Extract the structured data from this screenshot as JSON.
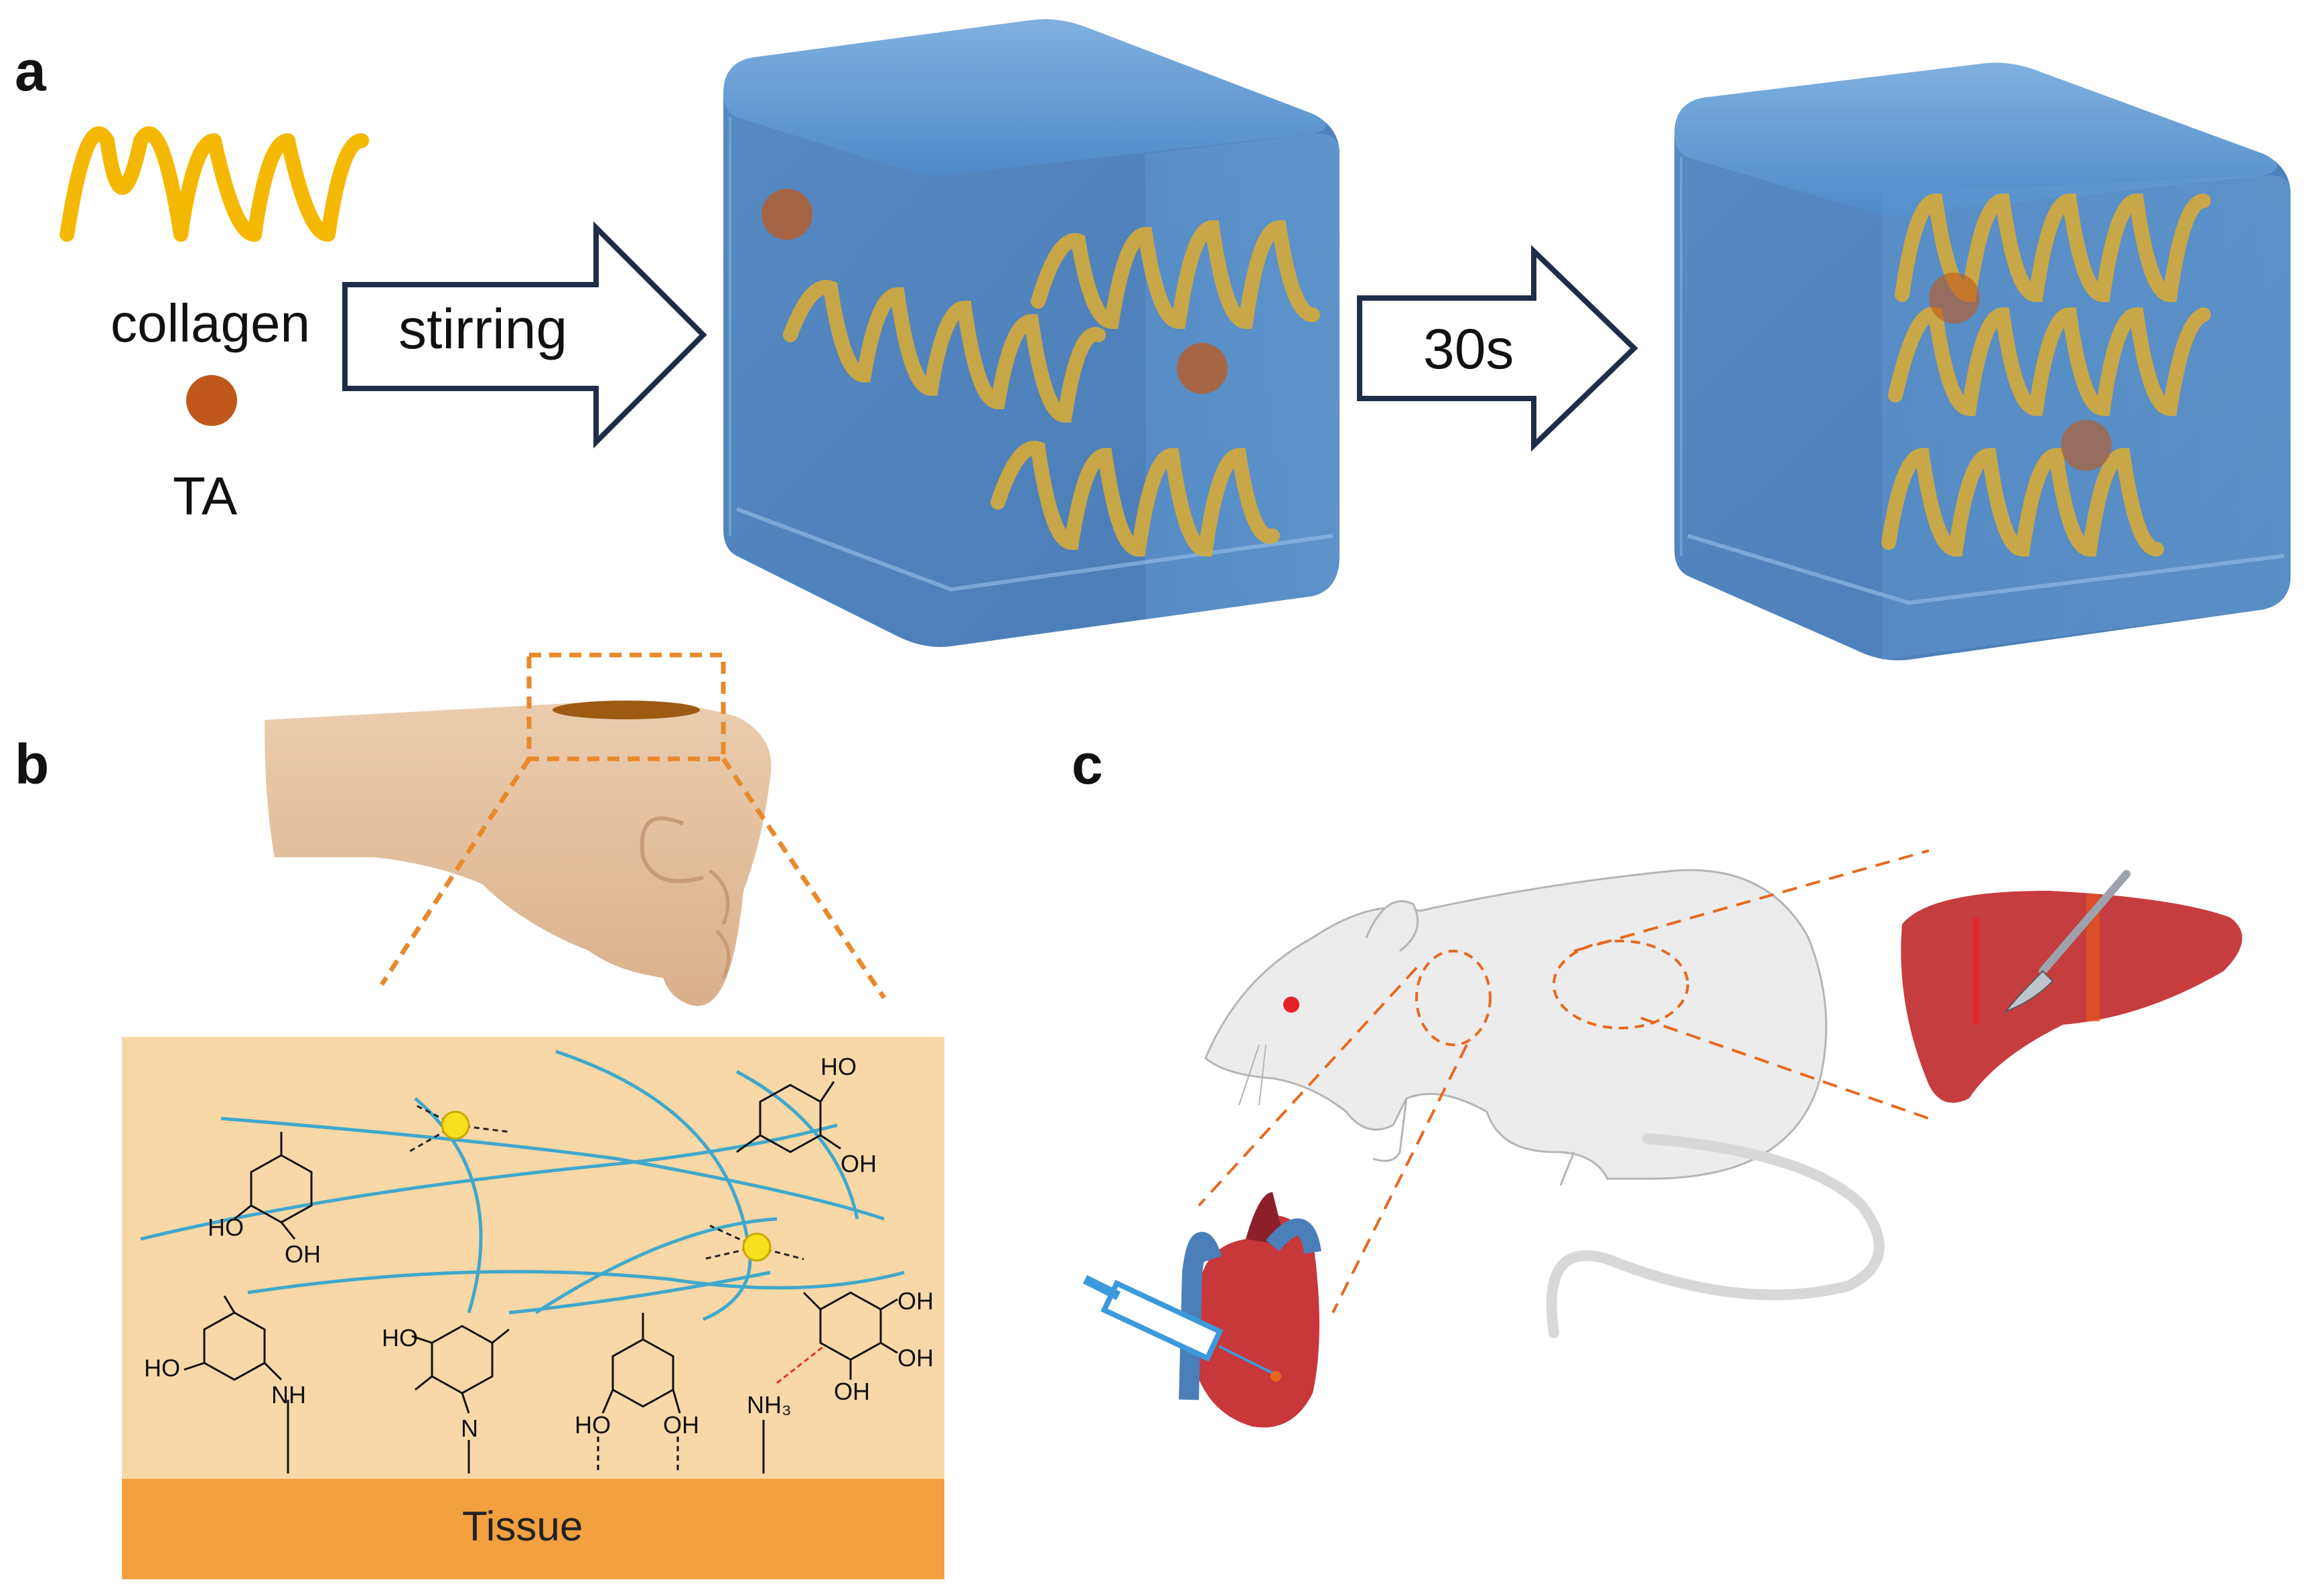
{
  "panel_a": {
    "letter": "a",
    "collagen_label": "collagen",
    "ta_label": "TA",
    "arrow1_label": "stirring",
    "arrow2_label": "30s"
  },
  "panel_b": {
    "letter": "b",
    "tissue_label": "Tissue",
    "chem_labels": {
      "ho_1": "HO",
      "oh_1": "OH",
      "ho_2": "HO",
      "oh_2": "OH",
      "ho_3": "HO",
      "nh_3": "NH",
      "ho_4": "HO",
      "n_4": "N",
      "ho_5": "HO",
      "oh_5": "OH",
      "nh3_6": "NH₃",
      "oh_6a": "OH",
      "oh_6b": "OH",
      "oh_6c": "OH"
    }
  },
  "panel_c": {
    "letter": "c"
  },
  "colors": {
    "collagen": "#F5B800",
    "ta": "#C0581B",
    "hydrogel": "#4A86C5",
    "background_b": "#F8D8A6",
    "tissue": "#F2A040",
    "fiber": "#40A8CC",
    "node": "#F7E11C",
    "callout": "#E7681E",
    "liver": "#C63D3F",
    "heart": "#C8373A",
    "vessel": "#4A7FB9",
    "syringe": "#3B9ADB",
    "skin": "#E8C9A8"
  }
}
